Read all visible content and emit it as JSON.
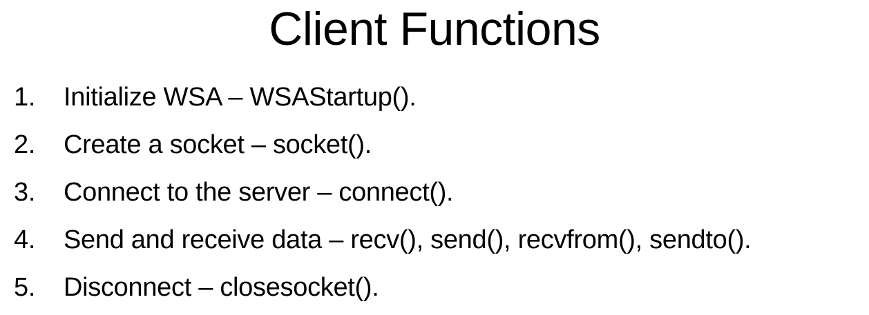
{
  "slide": {
    "title": "Client Functions",
    "items": [
      {
        "number": "1.",
        "text": "Initialize WSA – WSAStartup()."
      },
      {
        "number": "2.",
        "text": "Create a socket – socket()."
      },
      {
        "number": "3.",
        "text": "Connect to the server – connect()."
      },
      {
        "number": "4.",
        "text": "Send and receive data – recv(), send(), recvfrom(), sendto()."
      },
      {
        "number": "5.",
        "text": "Disconnect – closesocket()."
      }
    ]
  }
}
